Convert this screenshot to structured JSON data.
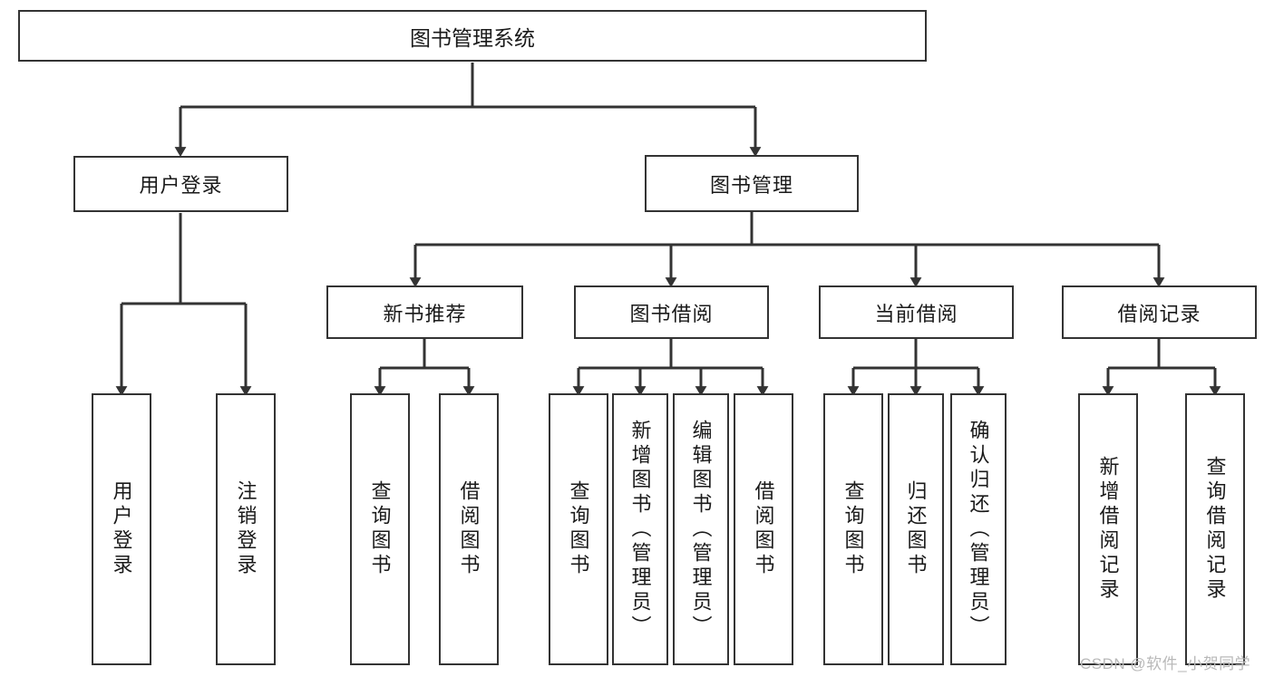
{
  "diagram": {
    "type": "tree",
    "title": "图书管理系统",
    "root": {
      "label": "图书管理系统"
    },
    "level2": [
      {
        "id": "user-login",
        "label": "用户登录"
      },
      {
        "id": "book-manage",
        "label": "图书管理"
      }
    ],
    "level3": [
      {
        "id": "new-book-recommend",
        "label": "新书推荐"
      },
      {
        "id": "book-borrow",
        "label": "图书借阅"
      },
      {
        "id": "current-borrow",
        "label": "当前借阅"
      },
      {
        "id": "borrow-record",
        "label": "借阅记录"
      }
    ],
    "leaves": [
      {
        "id": "leaf-user-login",
        "label": "用户登录",
        "parent": "user-login"
      },
      {
        "id": "leaf-logout-login",
        "label": "注销登录",
        "parent": "user-login"
      },
      {
        "id": "leaf-query-book-1",
        "label": "查询图书",
        "parent": "new-book-recommend"
      },
      {
        "id": "leaf-borrow-book-1",
        "label": "借阅图书",
        "parent": "new-book-recommend"
      },
      {
        "id": "leaf-query-book-2",
        "label": "查询图书",
        "parent": "book-borrow"
      },
      {
        "id": "leaf-add-book-admin",
        "label": "新增图书（管理员）",
        "parent": "book-borrow"
      },
      {
        "id": "leaf-edit-book-admin",
        "label": "编辑图书（管理员）",
        "parent": "book-borrow"
      },
      {
        "id": "leaf-borrow-book-2",
        "label": "借阅图书",
        "parent": "book-borrow"
      },
      {
        "id": "leaf-query-book-3",
        "label": "查询图书",
        "parent": "current-borrow"
      },
      {
        "id": "leaf-return-book",
        "label": "归还图书",
        "parent": "current-borrow"
      },
      {
        "id": "leaf-confirm-return-admin",
        "label": "确认归还（管理员）",
        "parent": "current-borrow"
      },
      {
        "id": "leaf-add-borrow-record",
        "label": "新增借阅记录",
        "parent": "borrow-record"
      },
      {
        "id": "leaf-query-borrow-record",
        "label": "查询借阅记录",
        "parent": "borrow-record"
      }
    ],
    "watermark": "CSDN @软件_小贺同学",
    "colors": {
      "stroke": "#333333",
      "background": "#ffffff",
      "text": "#1a1a1a",
      "watermark": "#b9b9b9"
    }
  }
}
